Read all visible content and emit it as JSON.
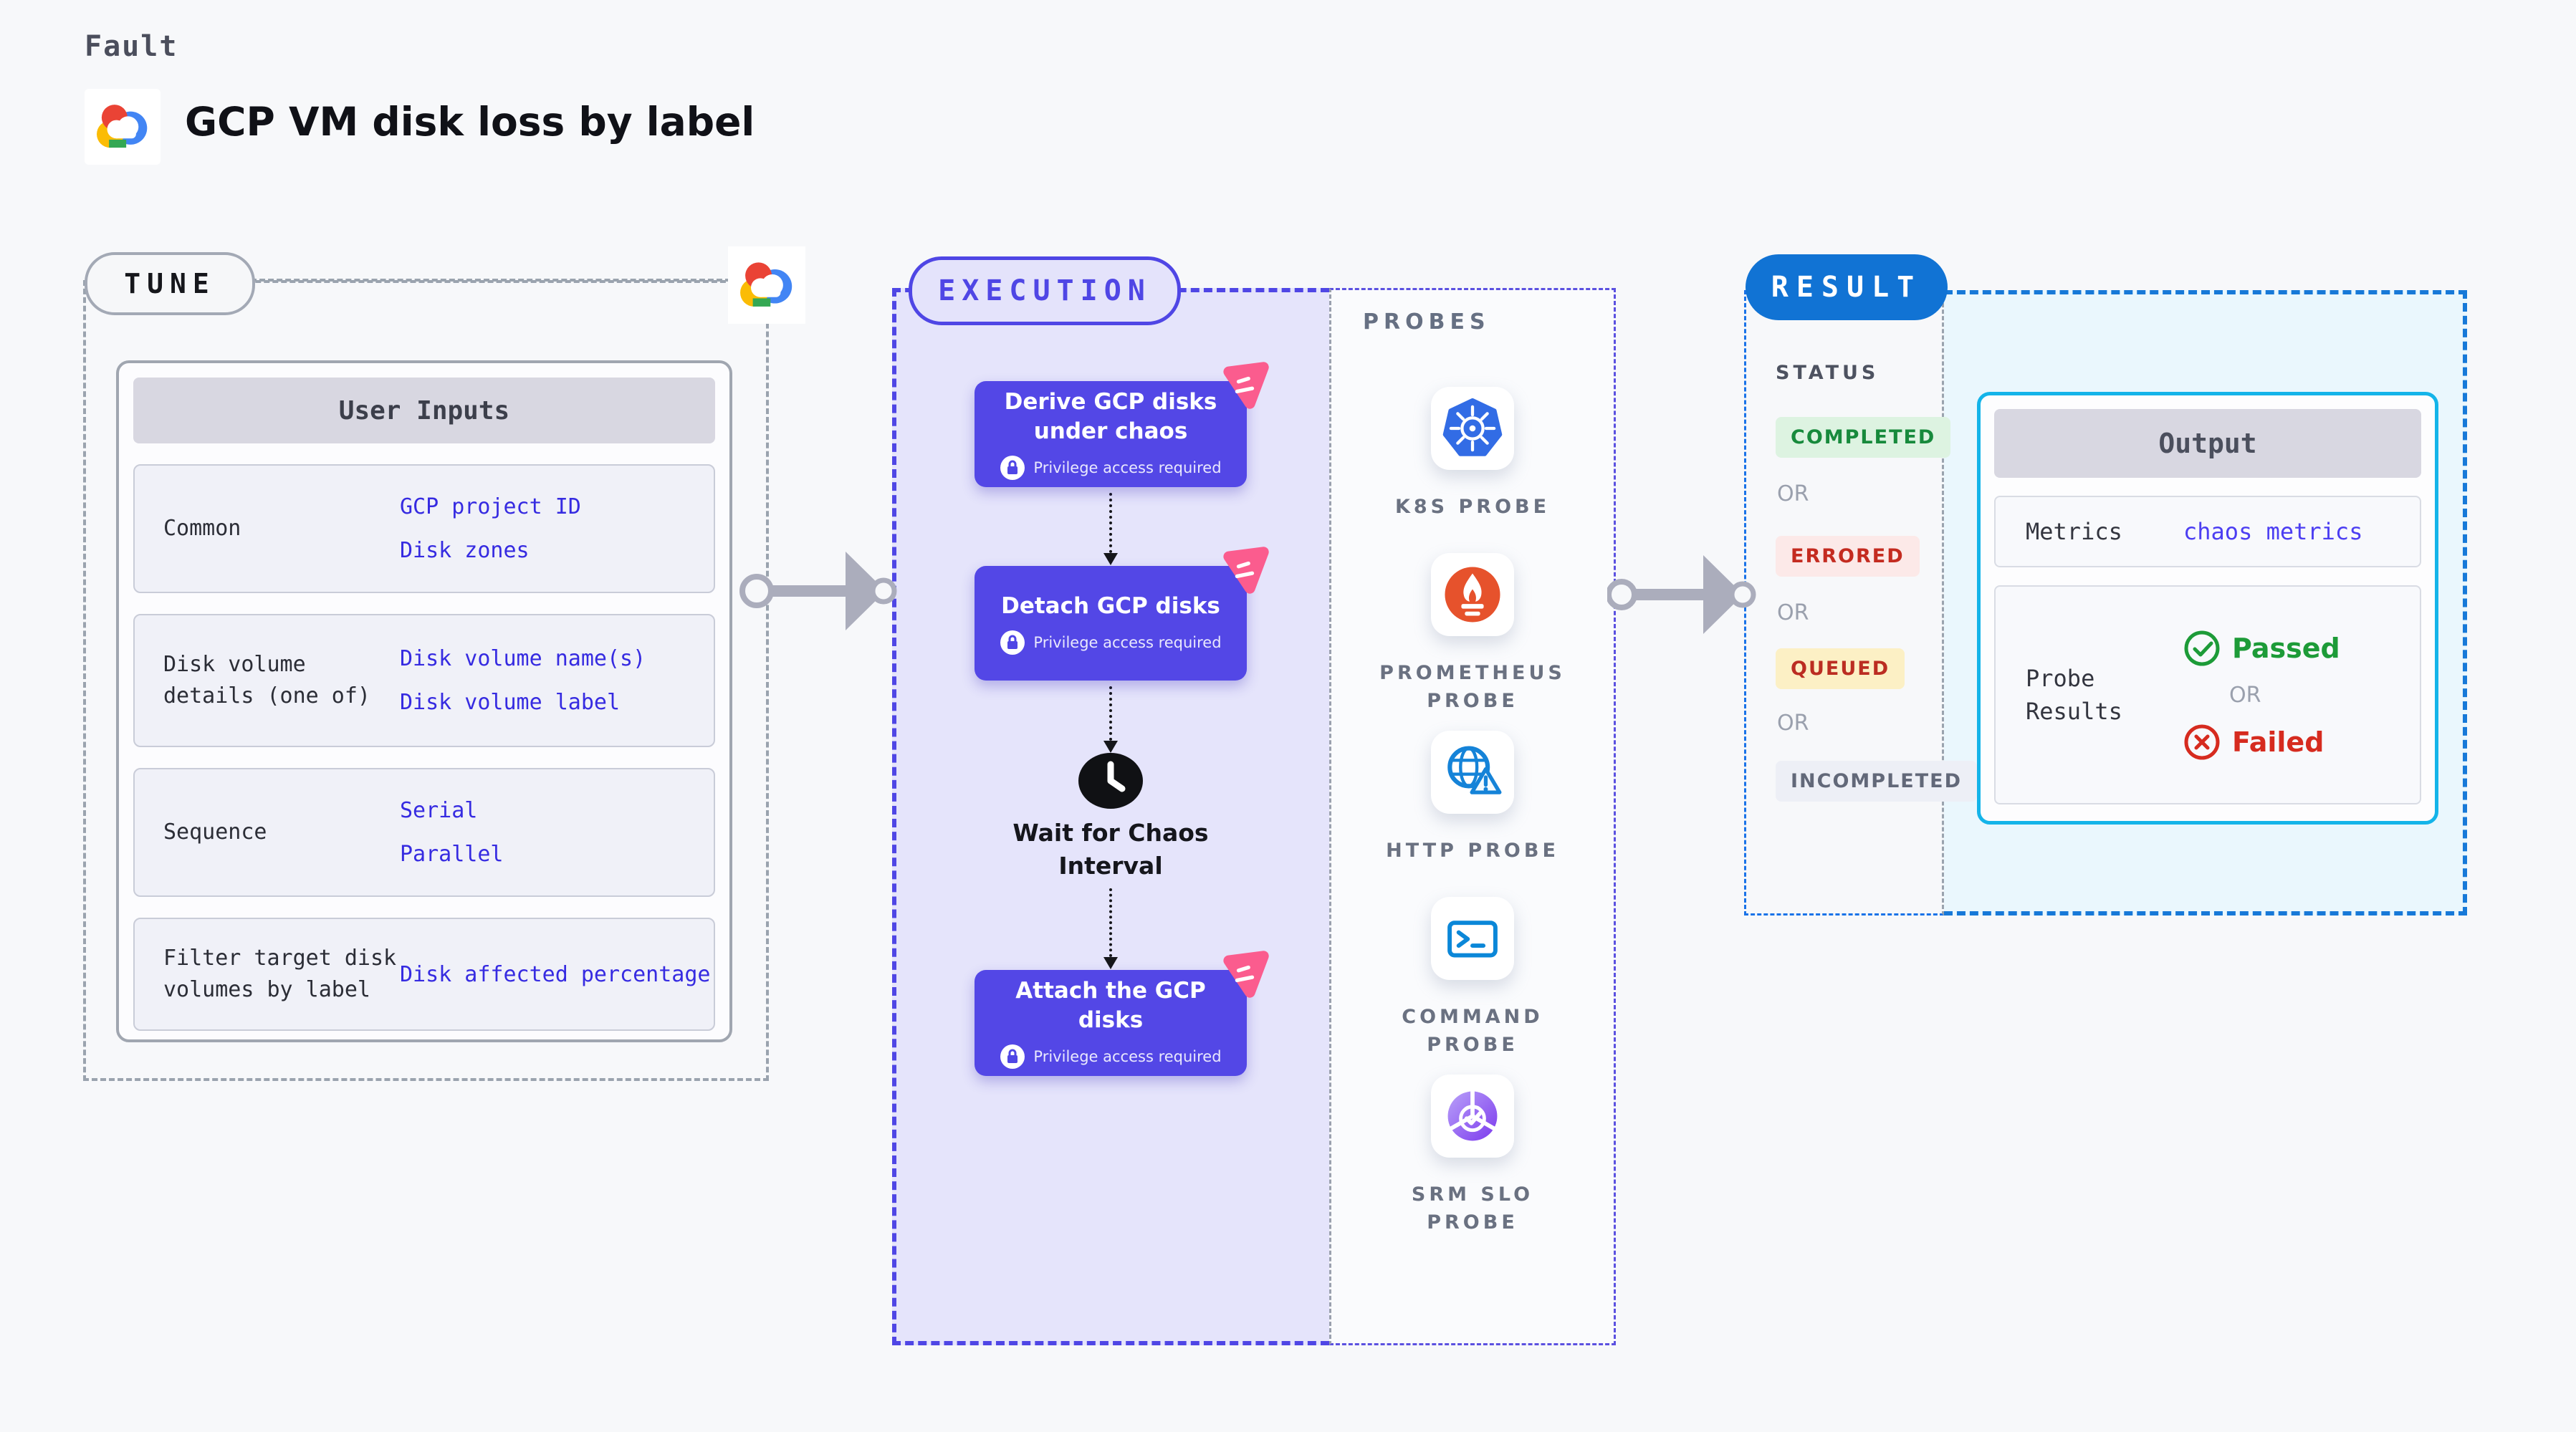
{
  "page": {
    "kicker": "Fault",
    "title": "GCP VM disk loss by label"
  },
  "tune": {
    "badge": "TUNE",
    "card": {
      "header": "User Inputs",
      "rows": [
        {
          "label": "Common",
          "values": [
            "GCP project ID",
            "Disk zones"
          ]
        },
        {
          "label": "Disk volume details (one of)",
          "values": [
            "Disk volume name(s)",
            "Disk volume label"
          ]
        },
        {
          "label": "Sequence",
          "values": [
            "Serial",
            "Parallel"
          ]
        },
        {
          "label": "Filter target disk volumes by label",
          "values": [
            "Disk affected percentage"
          ]
        }
      ]
    }
  },
  "execution": {
    "badge": "EXECUTION",
    "privilege_label": "Privilege access required",
    "steps": [
      {
        "title": "Derive GCP disks under chaos"
      },
      {
        "title": "Detach GCP disks"
      },
      {
        "title": "Attach the GCP disks"
      }
    ],
    "wait_label": "Wait for Chaos Interval"
  },
  "probes": {
    "heading": "PROBES",
    "items": [
      {
        "icon": "kubernetes-icon",
        "label": "K8S PROBE"
      },
      {
        "icon": "prometheus-icon",
        "label": "PROMETHEUS PROBE"
      },
      {
        "icon": "http-icon",
        "label": "HTTP PROBE"
      },
      {
        "icon": "command-icon",
        "label": "COMMAND PROBE"
      },
      {
        "icon": "srm-icon",
        "label": "SRM SLO PROBE"
      }
    ]
  },
  "result": {
    "badge": "RESULT",
    "status": {
      "heading": "STATUS",
      "or": "OR",
      "badges": [
        "COMPLETED",
        "ERRORED",
        "QUEUED",
        "INCOMPLETED"
      ]
    },
    "output": {
      "header": "Output",
      "metrics_label": "Metrics",
      "metrics_value": "chaos metrics",
      "probe_label": "Probe Results",
      "passed": "Passed",
      "or": "OR",
      "failed": "Failed"
    }
  },
  "colors": {
    "indigo_accent": "#4f46e5",
    "node_fill": "#5347e6",
    "lavender_bg": "#e5e4fb",
    "result_blue": "#1173d4",
    "result_dash": "#1a73e8",
    "cyan_border": "#14b4e9",
    "cyan_bg": "#eaf7fd",
    "value_blue": "#362be1",
    "green": "#1d9b38",
    "red": "#d62b1f",
    "pink_marker": "#fb5c8e",
    "kubernetes_blue": "#326ce5",
    "prometheus_orange": "#e6522c"
  }
}
